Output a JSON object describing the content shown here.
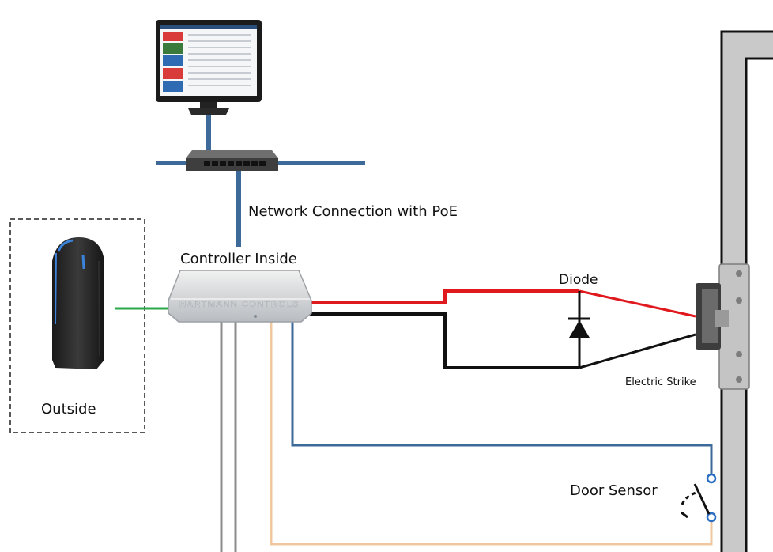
{
  "labels": {
    "network": "Network Connection with PoE",
    "controller": "Controller Inside",
    "diode": "Diode",
    "strike": "Electric Strike",
    "outside": "Outside",
    "door_sensor": "Door Sensor"
  },
  "controller_brand": "HARTMANN CONTROLS",
  "colors": {
    "network": "#3d6a98",
    "red_wire": "#e0191e",
    "black_wire": "#111111",
    "green_wire": "#2ba84a",
    "blue_wire": "#3d6a98",
    "tan_wire": "#f0c79f",
    "gray_wire": "#8c8c8c",
    "door_frame": "#c9c9c9"
  }
}
